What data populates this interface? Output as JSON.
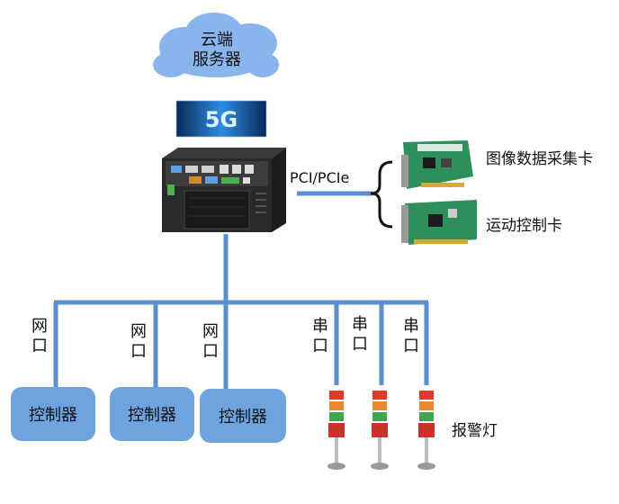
{
  "cloud": {
    "line1": "云端",
    "line2": "服务器"
  },
  "badge_5g": "5G",
  "bus_label": "PCI/PCIe",
  "cards": [
    {
      "label": "图像数据采集卡"
    },
    {
      "label": "运动控制卡"
    }
  ],
  "ports": {
    "network": "网\n口",
    "serial": "串\n口"
  },
  "controllers": [
    {
      "label": "控制器"
    },
    {
      "label": "控制器"
    },
    {
      "label": "控制器"
    }
  ],
  "alarm_label": "报警灯",
  "colors": {
    "line": "#5b8fcf",
    "box": "#6fa3df",
    "cloud": "#8ab4ec",
    "pcb": "#2f8f5a",
    "computer": "#2a2a2a"
  }
}
